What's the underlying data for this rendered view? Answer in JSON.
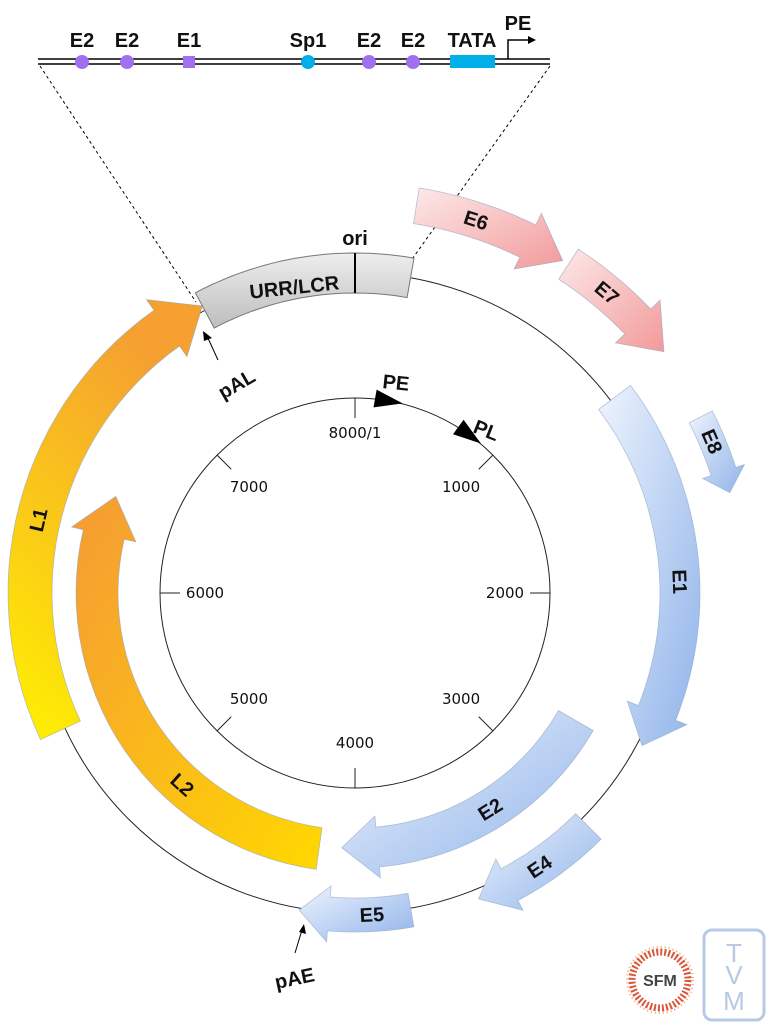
{
  "promoter_region": {
    "sites": [
      "E2",
      "E2",
      "E1",
      "Sp1",
      "E2",
      "E2",
      "TATA"
    ],
    "promoter": "PE"
  },
  "genome": {
    "urr": "URR/LCR",
    "ori": "ori",
    "pAL": "pAL",
    "pAE": "pAE",
    "inner_PE": "PE",
    "inner_PL": "PL",
    "ticks": [
      "8000/1",
      "1000",
      "2000",
      "3000",
      "4000",
      "5000",
      "6000",
      "7000"
    ]
  },
  "genes": {
    "E6": "E6",
    "E7": "E7",
    "E8": "E8",
    "E1": "E1",
    "E2": "E2",
    "E4": "E4",
    "E5": "E5",
    "L1": "L1",
    "L2": "L2"
  },
  "colors": {
    "early": "#9dbdee",
    "late": "#f5a22a",
    "oncogene": "#f4a4a4",
    "site": "#a070f0",
    "sp1": "#00aee8"
  },
  "logos": [
    "SFM",
    "TVM"
  ]
}
